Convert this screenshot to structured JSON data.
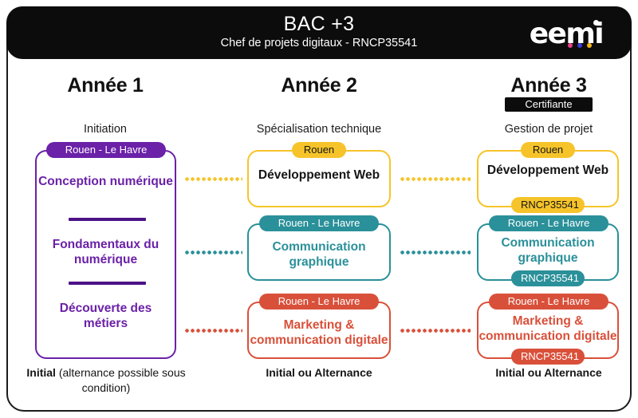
{
  "header": {
    "title": "BAC +3",
    "subtitle": "Chef de projets digitaux - RNCP35541",
    "logo_text": "eemi",
    "logo_dot_colors": [
      "#e83f8a",
      "#3b3bd6",
      "#f5b61c"
    ]
  },
  "colors": {
    "purple": "#6b21a8",
    "purple_dark": "#4c1287",
    "yellow": "#f6c42a",
    "teal": "#2a9099",
    "red": "#d9503a",
    "black": "#0c0c0c",
    "white": "#ffffff"
  },
  "columns": [
    {
      "title": "Année 1",
      "subtitle": "Initiation",
      "certifiante": null,
      "footer_bold": "Initial",
      "footer_rest": " (alternance possible sous condition)",
      "pill": "Rouen - Le Havre",
      "items": [
        "Conception numérique",
        "Fondamentaux du numérique",
        "Découverte des métiers"
      ]
    },
    {
      "title": "Année 2",
      "subtitle": "Spécialisation technique",
      "certifiante": null,
      "footer_bold": "Initial ou Alternance",
      "footer_rest": "",
      "boxes": [
        {
          "pill": "Rouen",
          "label": "Développement Web",
          "color": "#f6c42a",
          "text_color": "#161616",
          "pill_text_color": "#161616",
          "rncp": null
        },
        {
          "pill": "Rouen - Le Havre",
          "label": "Communication graphique",
          "color": "#2a9099",
          "text_color": "#2a9099",
          "pill_text_color": "#ffffff",
          "rncp": null
        },
        {
          "pill": "Rouen - Le Havre",
          "label": "Marketing & communication digitale",
          "color": "#d9503a",
          "text_color": "#d9503a",
          "pill_text_color": "#ffffff",
          "rncp": null
        }
      ]
    },
    {
      "title": "Année 3",
      "subtitle": "Gestion de projet",
      "certifiante": "Certifiante",
      "footer_bold": "Initial ou Alternance",
      "footer_rest": "",
      "boxes": [
        {
          "pill": "Rouen",
          "label": "Développement Web",
          "color": "#f6c42a",
          "text_color": "#161616",
          "pill_text_color": "#161616",
          "rncp": "RNCP35541"
        },
        {
          "pill": "Rouen - Le Havre",
          "label": "Communication graphique",
          "color": "#2a9099",
          "text_color": "#2a9099",
          "pill_text_color": "#ffffff",
          "rncp": "RNCP35541"
        },
        {
          "pill": "Rouen - Le Havre",
          "label": "Marketing & communication digitale",
          "color": "#d9503a",
          "text_color": "#d9503a",
          "pill_text_color": "#ffffff",
          "rncp": "RNCP35541"
        }
      ]
    }
  ],
  "connectors": [
    {
      "color": "#f6c42a"
    },
    {
      "color": "#2a9099"
    },
    {
      "color": "#d9503a"
    }
  ]
}
